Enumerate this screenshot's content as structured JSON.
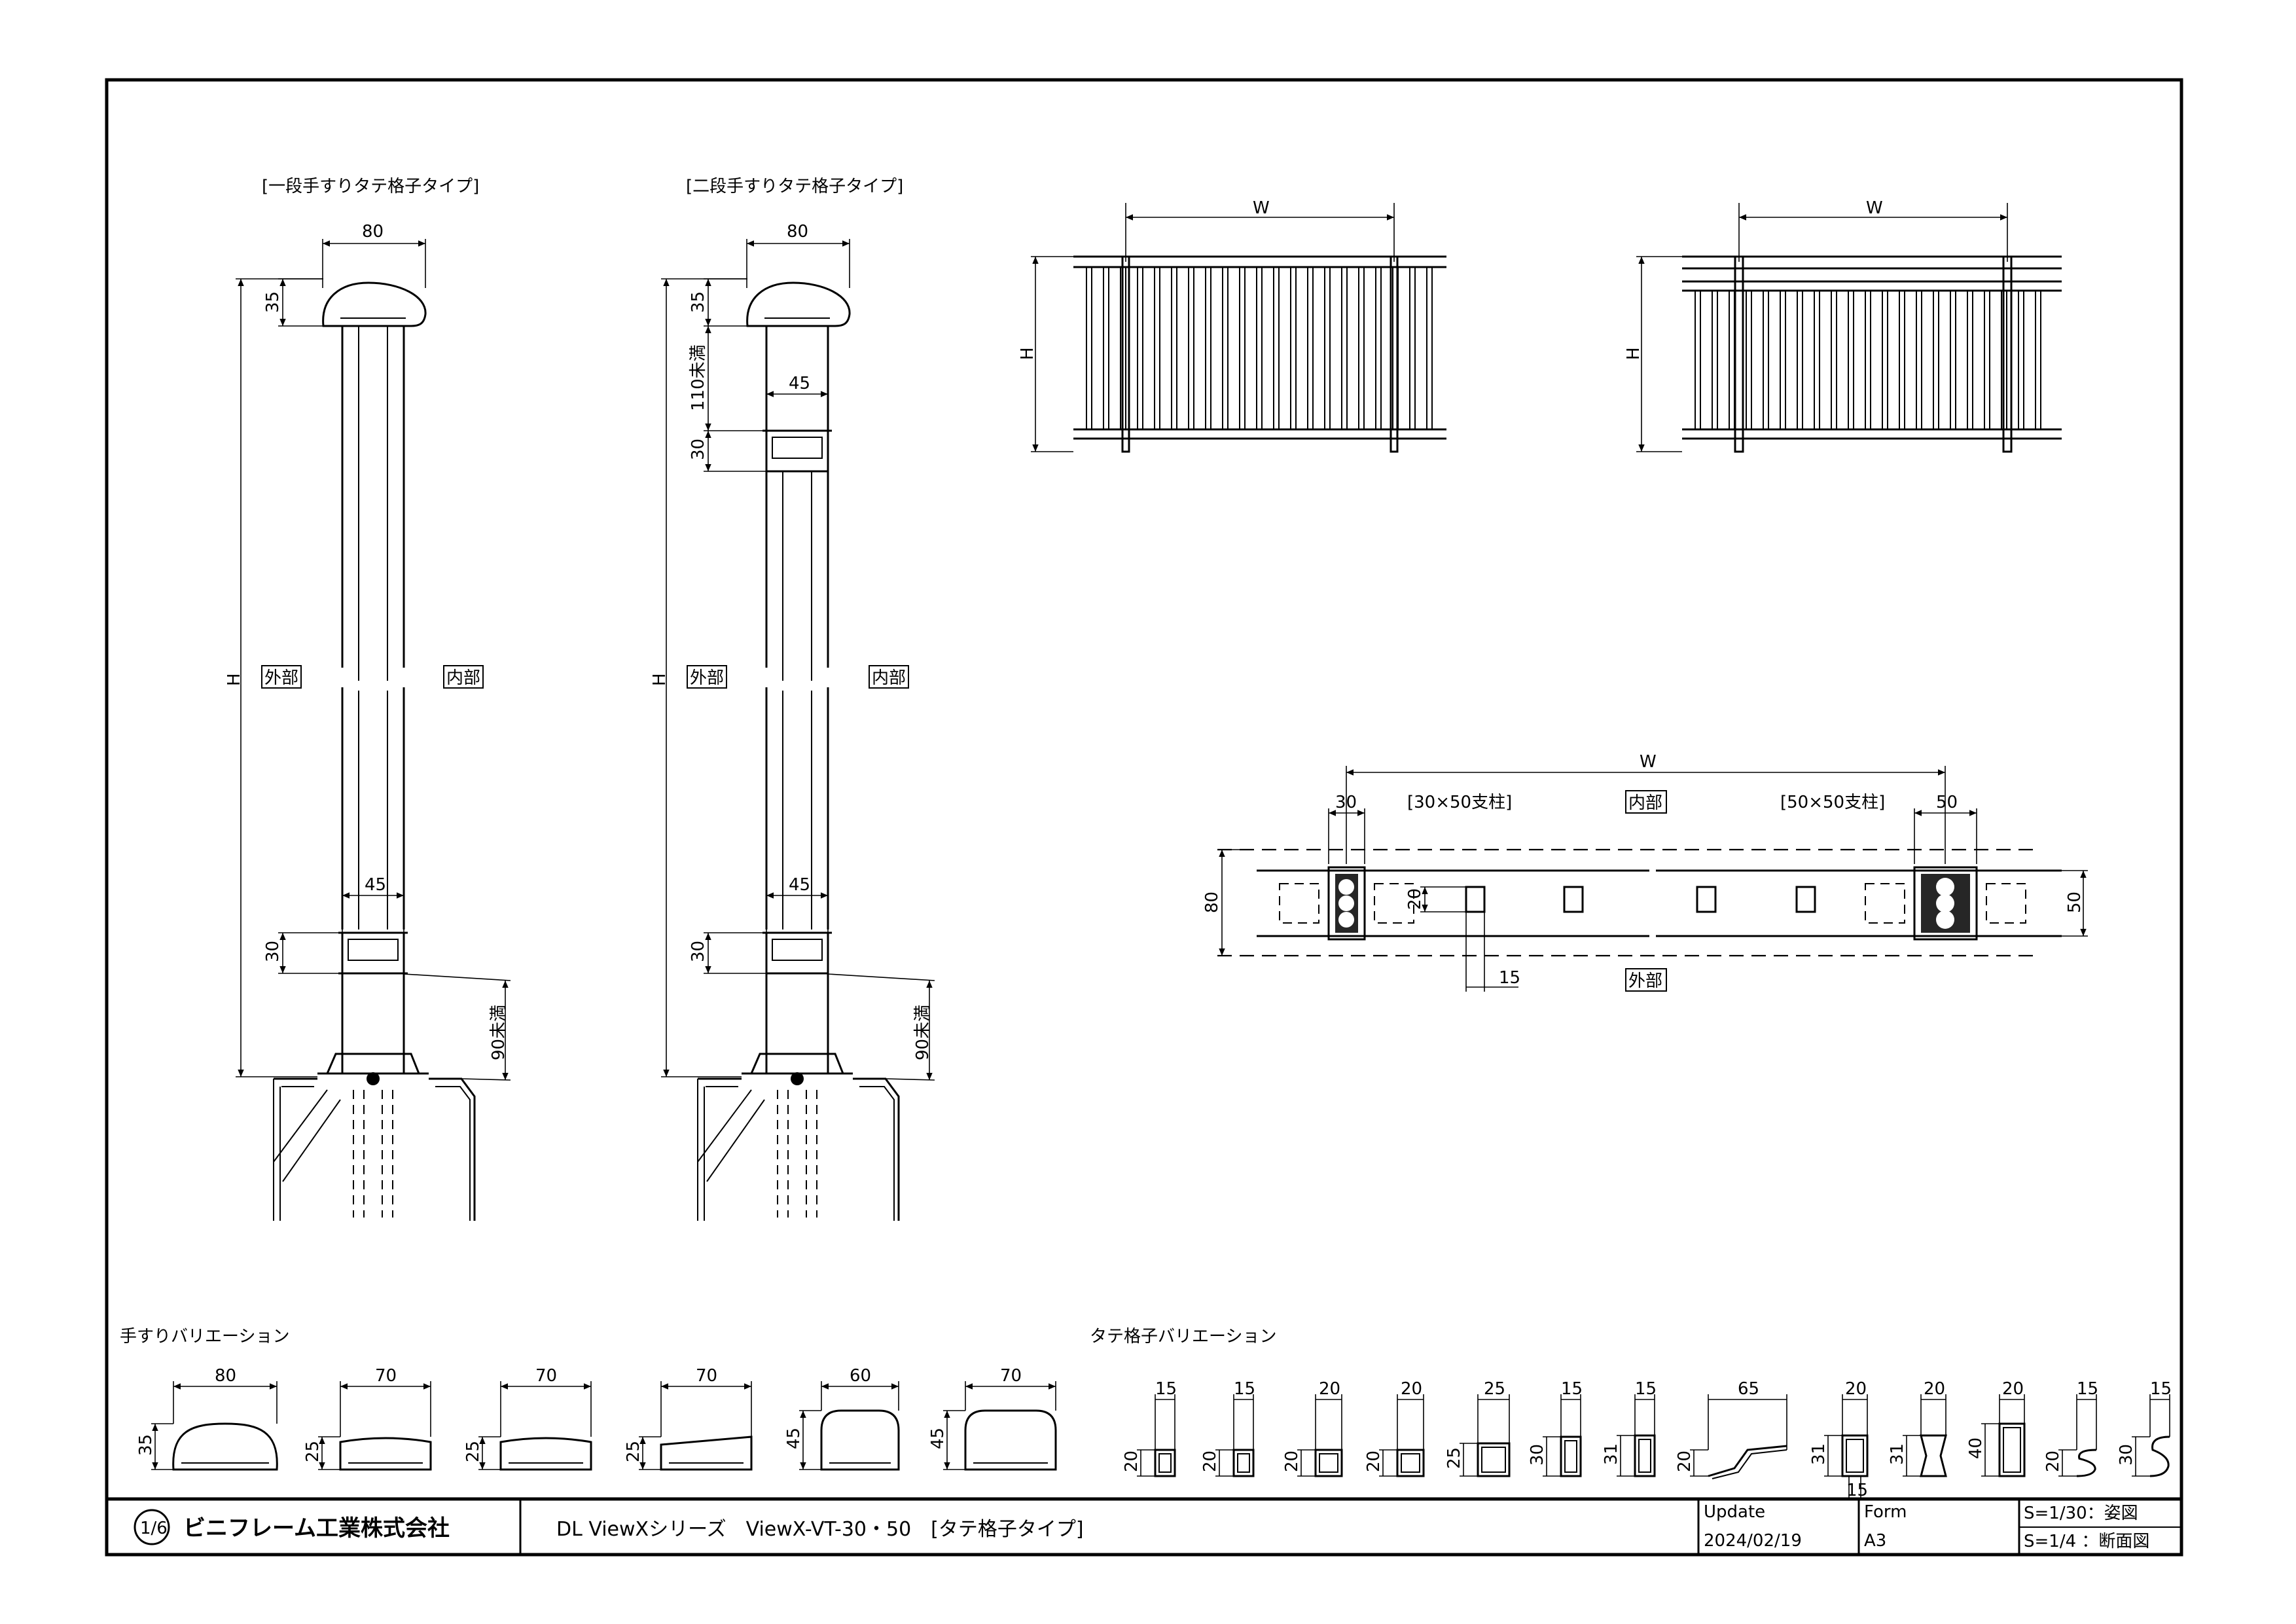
{
  "views": {
    "single_rail_title": "[一段手すりタテ格子タイプ]",
    "double_rail_title": "[二段手すりタテ格子タイプ]"
  },
  "dimensions": {
    "d80": "80",
    "d35": "35",
    "d45": "45",
    "d30": "30",
    "d110": "110未満",
    "d90": "90未満",
    "H": "H",
    "W": "W",
    "d50": "50",
    "d20": "20",
    "d15": "15"
  },
  "labels": {
    "outside": "外部",
    "inside": "内部",
    "post_30x50": "[30×50支柱]",
    "post_50x50": "[50×50支柱]"
  },
  "handrail_variations": {
    "title": "手すりバリエーション",
    "items": [
      {
        "width": "80",
        "height": "35"
      },
      {
        "width": "70",
        "height": "25"
      },
      {
        "width": "70",
        "height": "25"
      },
      {
        "width": "70",
        "height": "25"
      },
      {
        "width": "60",
        "height": "45"
      },
      {
        "width": "70",
        "height": "45"
      }
    ]
  },
  "baluster_variations": {
    "title": "タテ格子バリエーション",
    "items": [
      {
        "width": "15",
        "height": "20"
      },
      {
        "width": "15",
        "height": "20"
      },
      {
        "width": "20",
        "height": "20"
      },
      {
        "width": "20",
        "height": "20"
      },
      {
        "width": "25",
        "height": "25"
      },
      {
        "width": "15",
        "height": "30"
      },
      {
        "width": "15",
        "height": "31"
      },
      {
        "width": "65",
        "height": "20"
      },
      {
        "width": "20",
        "height": "31",
        "extra": "15"
      },
      {
        "width": "20",
        "height": "31"
      },
      {
        "width": "20",
        "height": "40"
      },
      {
        "width": "15",
        "height": "20"
      },
      {
        "width": "15",
        "height": "30"
      }
    ]
  },
  "title_block": {
    "company": "ビニフレーム工業株式会社",
    "product": "DL ViewXシリーズ　ViewX-VT-30・50　[タテ格子タイプ]",
    "update_label": "Update",
    "update_value": "2024/02/19",
    "form_label": "Form",
    "form_value": "A3",
    "scale_1": "S=1/30：姿図",
    "scale_2": "S=1/4 ：断面図"
  }
}
